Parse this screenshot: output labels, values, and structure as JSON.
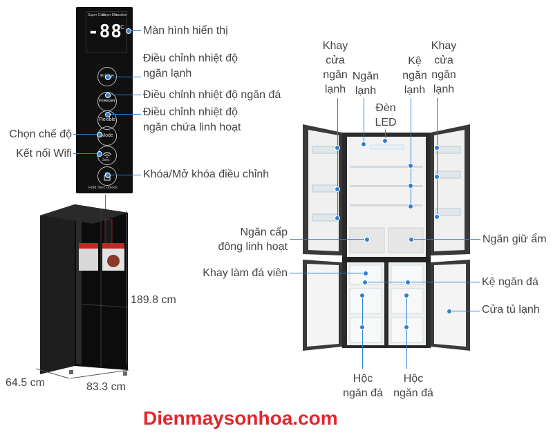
{
  "panel": {
    "display_label": "Màn hình hiển thị",
    "top_small": [
      "Super Cool",
      "Super Eco",
      "Vacation"
    ],
    "digits": "-88",
    "unit": "°C",
    "buttons": [
      "Fridge",
      "Freezer",
      "Flexible",
      "Mode",
      "3sec",
      ""
    ],
    "hold_text": "Hold 3sec unlock"
  },
  "panel_labels": {
    "fridge_line1": "Điều chỉnh nhiệt độ",
    "fridge_line2": "ngăn lạnh",
    "freezer": "Điều chỉnh nhiệt độ ngăn đá",
    "flexible_line1": "Điều chỉnh nhiệt độ",
    "flexible_line2": "ngăn chứa linh hoạt",
    "mode": "Chọn chế độ",
    "wifi": "Kết nối Wifi",
    "lock": "Khóa/Mở khóa điều chỉnh"
  },
  "dimensions": {
    "height": "189.8 cm",
    "depth": "64.5 cm",
    "width": "83.3 cm"
  },
  "parts": {
    "door_tray_left": [
      "Khay",
      "cửa",
      "ngăn",
      "lạnh"
    ],
    "fridge_compartment": [
      "Ngăn",
      "lạnh"
    ],
    "led_light": [
      "Đèn",
      "LED"
    ],
    "fridge_shelf": [
      "Kệ",
      "ngăn",
      "lạnh"
    ],
    "door_tray_right": [
      "Khay",
      "cửa",
      "ngăn",
      "lạnh"
    ],
    "flex_freezer": [
      "Ngăn cấp",
      "đông linh hoạt"
    ],
    "ice_tray": "Khay làm đá viên",
    "humidity_drawer": "Ngăn giữ ẩm",
    "freezer_shelf": "Kệ ngăn đá",
    "fridge_door": "Cửa tủ lạnh",
    "freezer_drawer_left": [
      "Hộc",
      "ngăn đá"
    ],
    "freezer_drawer_right": [
      "Hộc",
      "ngăn đá"
    ]
  },
  "footer": {
    "brand": "Dienmaysonhoa.com"
  },
  "colors": {
    "accent": "#2f7fd0",
    "brand": "#e3262c"
  }
}
